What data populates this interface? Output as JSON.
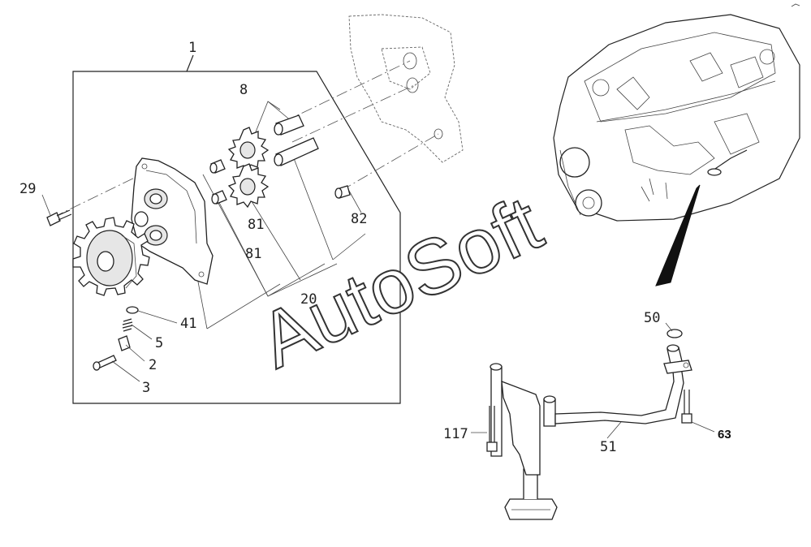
{
  "callouts": {
    "c1": "1",
    "c8": "8",
    "c29": "29",
    "c81a": "81",
    "c81b": "81",
    "c82": "82",
    "c20": "20",
    "c41": "41",
    "c5": "5",
    "c2": "2",
    "c3": "3",
    "c50": "50",
    "c117": "117",
    "c51": "51",
    "c63": "63"
  },
  "watermark": "AutoSoft"
}
